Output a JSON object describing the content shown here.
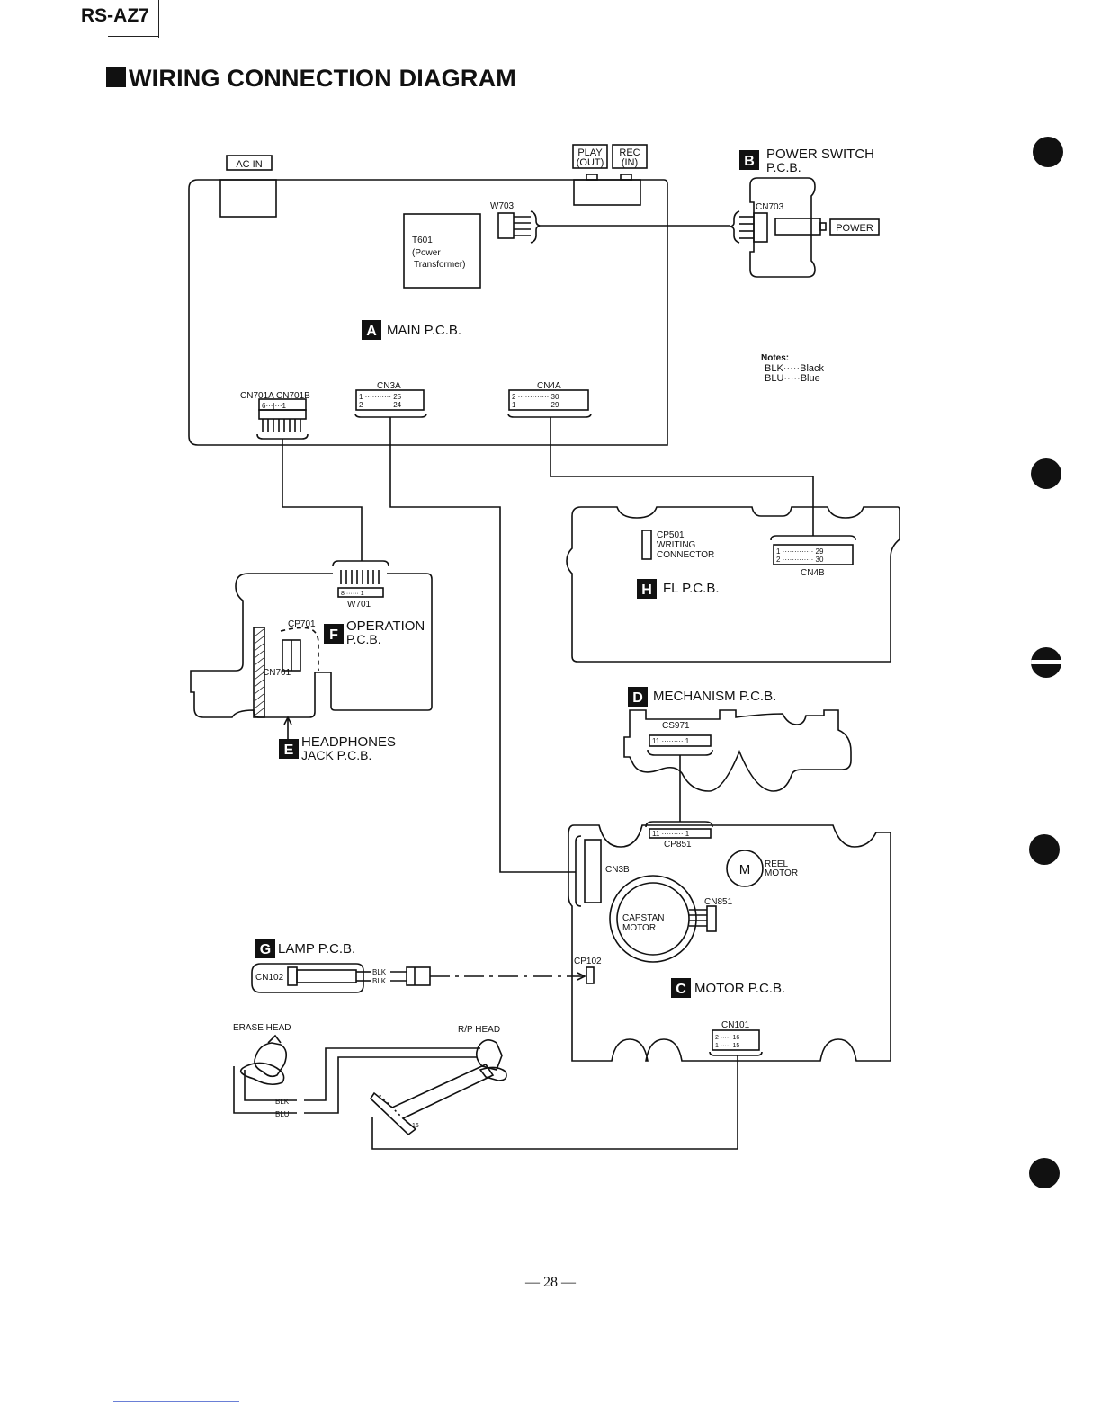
{
  "header": {
    "model": "RS-AZ7",
    "title": "WIRING CONNECTION DIAGRAM"
  },
  "footer": {
    "dash_left": "—",
    "page_number": "28",
    "dash_right": "—"
  },
  "main_pcb": {
    "letter": "A",
    "name": "MAIN P.C.B.",
    "ac_in": "AC IN",
    "play": "PLAY",
    "out": "(OUT)",
    "rec": "REC",
    "in": "(IN)",
    "w703": "W703",
    "t601_1": "T601",
    "t601_2": "(Power",
    "t601_3": "Transformer)",
    "cn701": "CN701A CN701B",
    "cn701_pins": "6···|···1",
    "cn3a": "CN3A",
    "cn3a_r1": "1 ··········· 25",
    "cn3a_r2": "2 ··········· 24",
    "cn4a": "CN4A",
    "cn4a_r1": "2 ············· 30",
    "cn4a_r2": "1 ············· 29"
  },
  "power_switch": {
    "letter": "B",
    "line1": "POWER  SWITCH",
    "line2": "P.C.B.",
    "cn703": "CN703",
    "power": "POWER"
  },
  "notes": {
    "title": "Notes:",
    "line1": "BLK·····Black",
    "line2": "BLU·····Blue"
  },
  "fl_pcb": {
    "letter": "H",
    "name": "FL  P.C.B.",
    "cp501_1": "CP501",
    "cp501_2": "WRITING",
    "cp501_3": "CONNECTOR",
    "cn4b": "CN4B",
    "cn4b_r1": "1 ············· 29",
    "cn4b_r2": "2 ············· 30"
  },
  "operation_pcb": {
    "letter": "F",
    "line1": "OPERATION",
    "line2": "P.C.B.",
    "w701": "W701",
    "w701_pins": "8 ······ 1",
    "cp701": "CP701",
    "cn701": "CN701"
  },
  "headphones": {
    "letter": "E",
    "line1": "HEADPHONES",
    "line2": "JACK  P.C.B."
  },
  "mechanism": {
    "letter": "D",
    "name": "MECHANISM  P.C.B.",
    "cs971": "CS971",
    "cs971_pins": "11 ········· 1"
  },
  "motor_pcb": {
    "letter": "C",
    "name": "MOTOR  P.C.B.",
    "cp851": "CP851",
    "cp851_pins": "11 ········· 1",
    "cn3b": "CN3B",
    "cn851": "CN851",
    "reel_m": "M",
    "reel_1": "REEL",
    "reel_2": "MOTOR",
    "capstan_1": "CAPSTAN",
    "capstan_2": "MOTOR",
    "cp102": "CP102",
    "cn101": "CN101",
    "cn101_r1": "2 ····· 16",
    "cn101_r2": "1 ····· 15"
  },
  "lamp_pcb": {
    "letter": "G",
    "name": "LAMP  P.C.B.",
    "cn102": "CN102",
    "blk": "BLK"
  },
  "heads": {
    "erase": "ERASE HEAD",
    "rp": "R/P HEAD",
    "blk": "BLK",
    "blu": "BLU",
    "pin16": "16"
  }
}
